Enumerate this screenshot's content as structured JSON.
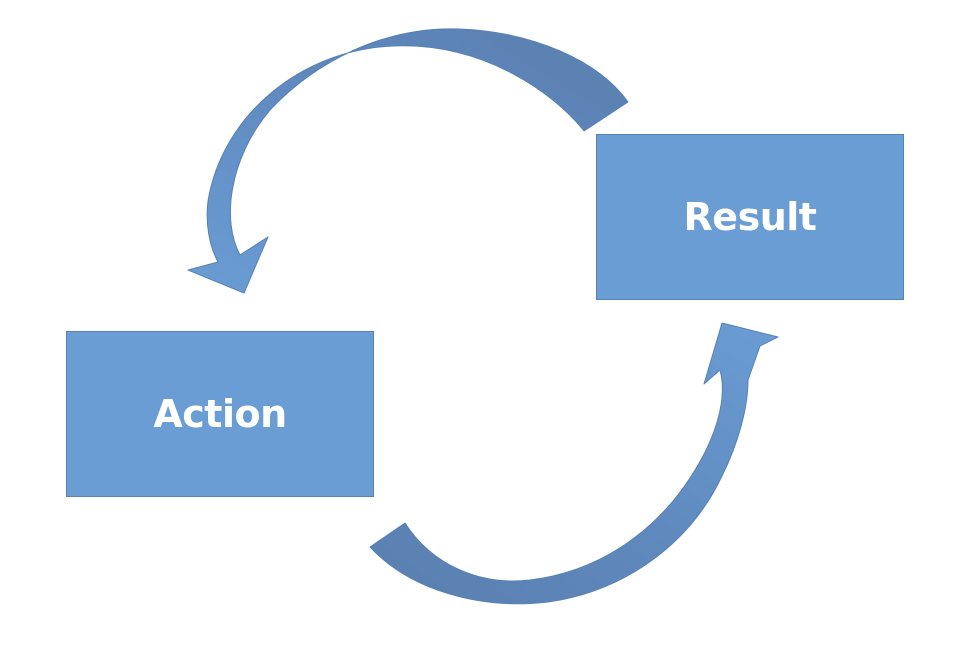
{
  "diagram": {
    "nodes": [
      {
        "id": "result",
        "label": "Result"
      },
      {
        "id": "action",
        "label": "Action"
      }
    ],
    "edges": [
      {
        "from": "result",
        "to": "action"
      },
      {
        "from": "action",
        "to": "result"
      }
    ]
  },
  "colors": {
    "box_fill": "#6a9dd4",
    "box_border": "#5682b6",
    "arrow_light": "#6a9dd4",
    "arrow_dark": "#5a7fae",
    "label_text": "#ffffff"
  }
}
